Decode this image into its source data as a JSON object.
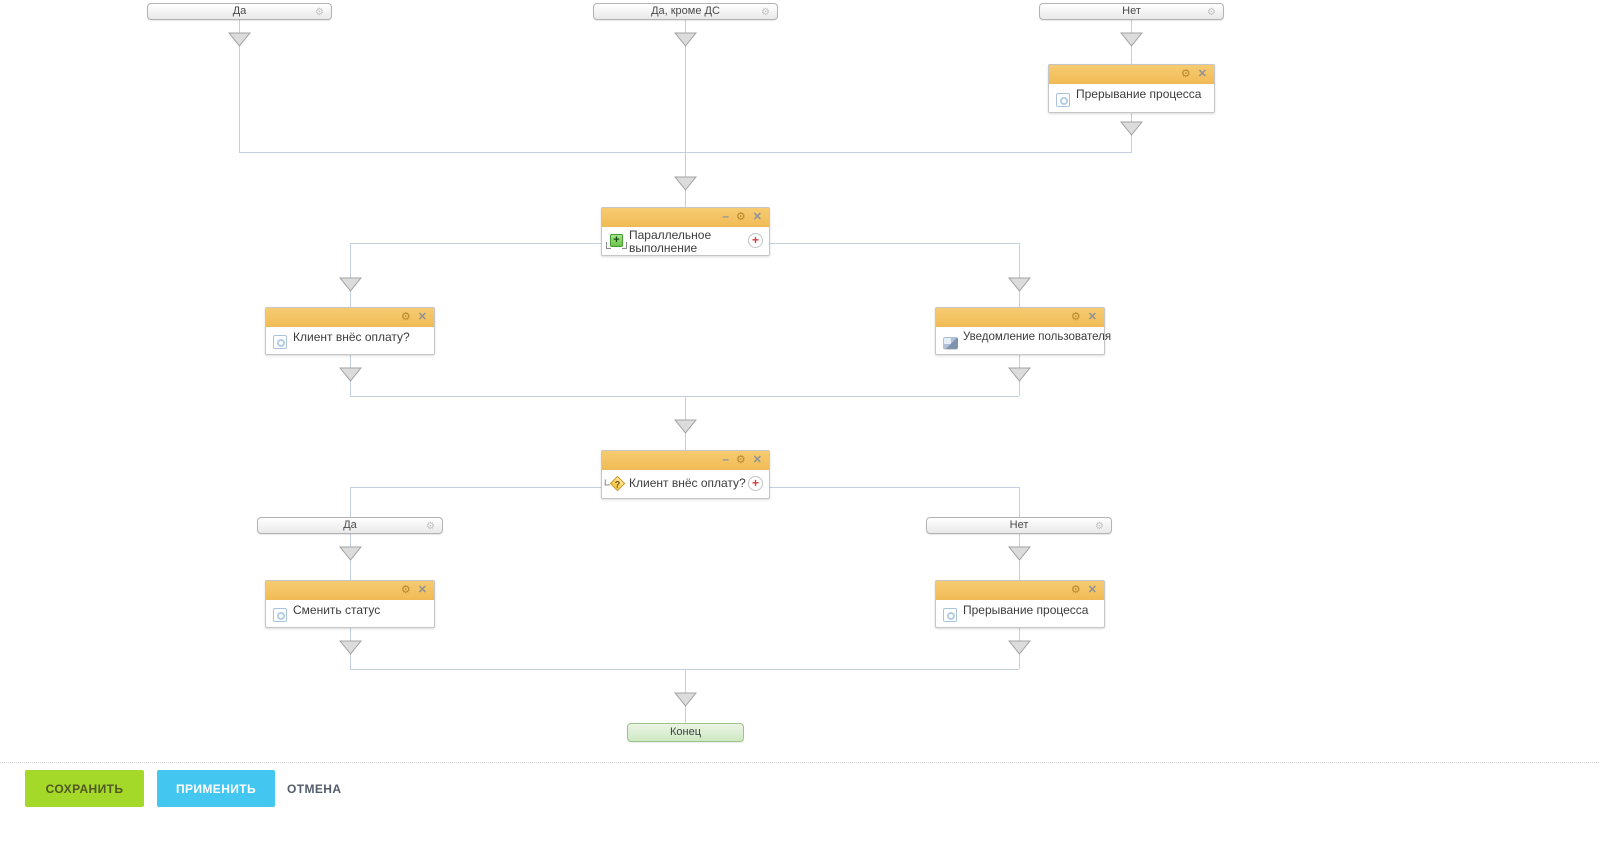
{
  "glyphs": {
    "gear": "⚙",
    "close": "✕",
    "minimize": "–",
    "add": "+",
    "question": "?"
  },
  "colors": {
    "node_header_orange": "#f0bb55",
    "connector_line": "#c4cfe0",
    "end_node_green": "#cfe8c3",
    "save_button_green": "#a4d829",
    "apply_button_blue": "#43c6f0",
    "add_plus_red": "#d33c39"
  },
  "branches": {
    "top_yes": "Да",
    "top_yes_except": "Да, кроме ДС",
    "top_no": "Нет",
    "bottom_yes": "Да",
    "bottom_no": "Нет"
  },
  "nodes": {
    "terminate_top": "Прерывание процесса",
    "parallel": "Параллельное выполнение",
    "client_paid_left": "Клиент внёс оплату?",
    "user_notification": "Уведомление пользователя",
    "client_paid_condition": "Клиент внёс оплату?",
    "change_status": "Сменить статус",
    "terminate_bottom": "Прерывание процесса",
    "end": "Конец"
  },
  "footer": {
    "save": "СОХРАНИТЬ",
    "apply": "ПРИМЕНИТЬ",
    "cancel": "ОТМЕНА"
  }
}
